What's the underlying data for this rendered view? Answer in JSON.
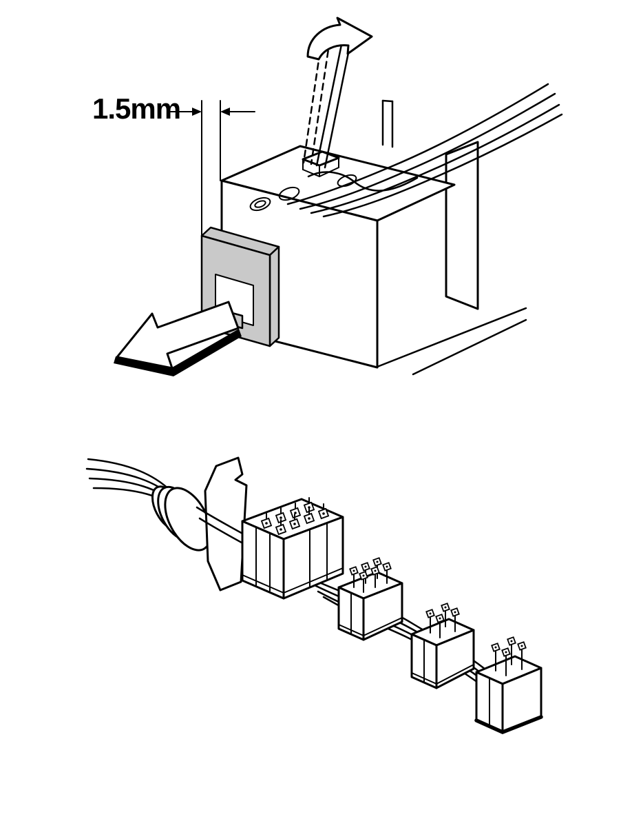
{
  "figure": {
    "dimension_label": "1.5mm"
  },
  "colors": {
    "line": "#000000",
    "background": "#ffffff",
    "lock_shade": "#c9c9c9"
  },
  "icons": {
    "rotation_arrow": "curved-rotation-arrow",
    "removal_arrow": "removal-direction-arrow"
  }
}
